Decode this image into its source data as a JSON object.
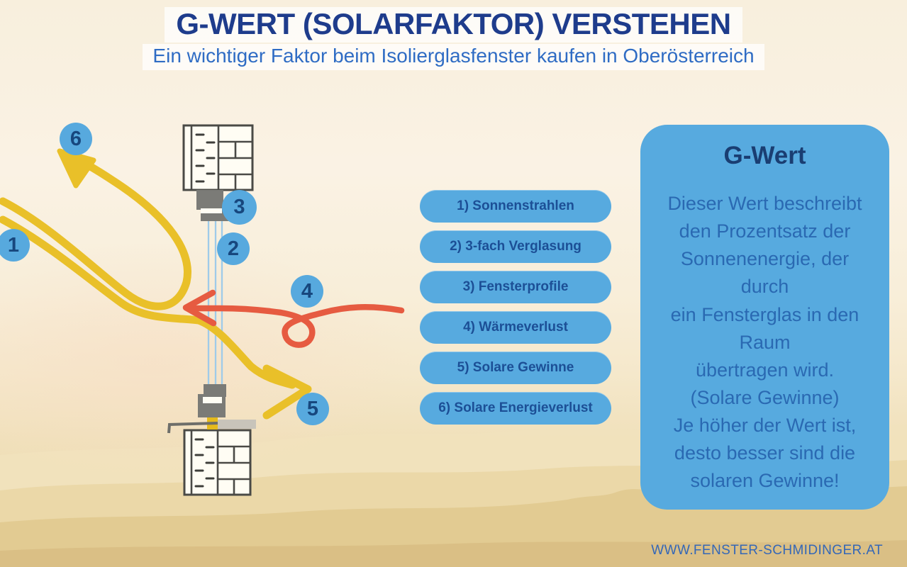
{
  "header": {
    "title": "G-WERT (SOLARFAKTOR) VERSTEHEN",
    "subtitle": "Ein wichtiger Faktor beim Isolierglasfenster kaufen in Oberösterreich"
  },
  "legend": {
    "items": [
      "1) Sonnenstrahlen",
      "2) 3-fach Verglasung",
      "3) Fensterprofile",
      "4) Wärmeverlust",
      "5) Solare Gewinne",
      "6) Solare Energieverlust"
    ]
  },
  "info_box": {
    "title": "G-Wert",
    "body": "Dieser Wert beschreibt\nden Prozentsatz der\nSonnenenergie, der\ndurch\nein Fensterglas in den\nRaum\nübertragen wird.\n(Solare Gewinne)\nJe höher der Wert ist,\ndesto besser sind die\nsolaren Gewinne!"
  },
  "diagram": {
    "markers": [
      "1",
      "2",
      "3",
      "4",
      "5",
      "6"
    ]
  },
  "footer": {
    "website": "WWW.FENSTER-SCHMIDINGER.AT"
  },
  "colors": {
    "accent_blue": "#57aadf",
    "title_navy": "#1e3c8c",
    "subtitle_blue": "#2f6cc4",
    "sun_yellow": "#e9c029",
    "heat_red": "#e65b41",
    "profile_gray": "#7b7b77",
    "background_cream": "#faf2e4"
  }
}
